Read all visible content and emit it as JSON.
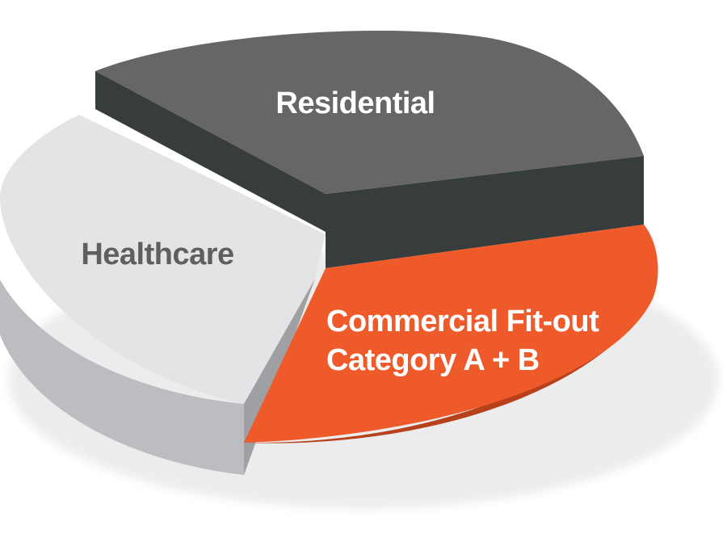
{
  "chart_data": {
    "type": "pie",
    "style": "3d",
    "title": "",
    "categories": [
      "Residential",
      "Commercial Fit-out Category A + B",
      "Healthcare"
    ],
    "series": [
      {
        "values": [
          33,
          34,
          33
        ]
      }
    ],
    "labels": {
      "residential": "Residential",
      "commercial_line1": "Commercial Fit-out",
      "commercial_line2": "Category A + B",
      "healthcare": "Healthcare"
    },
    "colors": {
      "residential_top": "#666666",
      "residential_side": "#363d3c",
      "commercial_top": "#ef5a2a",
      "commercial_side": "#b6411b",
      "healthcare_top": "#e3e4e6",
      "healthcare_side": "#bcbdc0",
      "healthcare_wall": "#9fa0a3",
      "residential_label": "#ffffff",
      "commercial_label": "#ffffff",
      "healthcare_label": "#5f5f5f"
    },
    "legend": "none",
    "grid": false
  }
}
